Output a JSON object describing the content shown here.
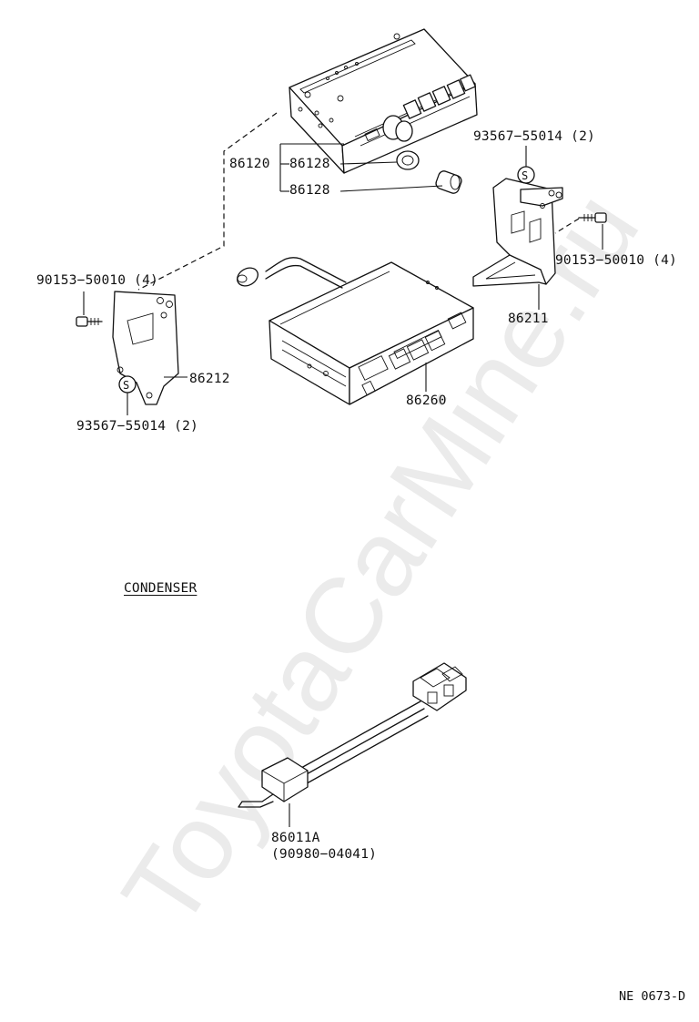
{
  "watermark": "ToyotaCarMine.ru",
  "section_title": "CONDENSER",
  "ref_code": "NE 0673-D",
  "parts": {
    "radio_assembly": "86120",
    "knob_upper": "86128",
    "knob_lower": "86128",
    "bracket_right": "86211",
    "bracket_left": "86212",
    "cassette_player": "86260",
    "condenser": "86011A",
    "condenser_alt": "(90980−04041)",
    "screw_left": "90153−50010 (4)",
    "screw_right": "90153−50010 (4)",
    "nut_left": "93567−55014 (2)",
    "nut_right": "93567−55014 (2)"
  },
  "icons": {
    "nut_symbol_left": "S",
    "nut_symbol_right": "S"
  }
}
